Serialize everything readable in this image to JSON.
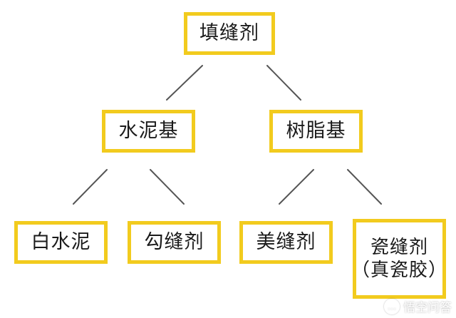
{
  "colors": {
    "box_border": "#f2cb1e",
    "connector": "#555555",
    "text": "#1a1a1a"
  },
  "nodes": {
    "root": "填缝剂",
    "cement_based": "水泥基",
    "resin_based": "树脂基",
    "white_cement": "白水泥",
    "gou_feng_ji": "勾缝剂",
    "mei_feng_ji": "美缝剂",
    "ci_feng_ji": "瓷缝剂",
    "ci_feng_ji_note": "（真瓷胶）"
  },
  "edges": [
    [
      "root",
      "cement_based"
    ],
    [
      "root",
      "resin_based"
    ],
    [
      "cement_based",
      "white_cement"
    ],
    [
      "cement_based",
      "gou_feng_ji"
    ],
    [
      "resin_based",
      "mei_feng_ji"
    ],
    [
      "resin_based",
      "ci_feng_ji"
    ]
  ],
  "watermark": {
    "icon": "speech-bubble-icon",
    "text": "悟空问答"
  }
}
